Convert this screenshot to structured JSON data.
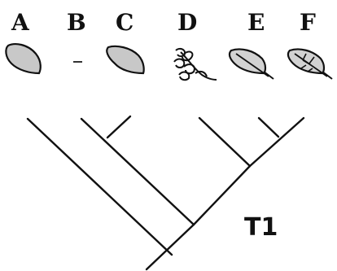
{
  "taxa": [
    {
      "label": "A",
      "icon": "leaf-oval-icon"
    },
    {
      "label": "B",
      "icon": "dash-icon"
    },
    {
      "label": "C",
      "icon": "leaf-oval-icon"
    },
    {
      "label": "D",
      "icon": "compound-leaf-icon"
    },
    {
      "label": "E",
      "icon": "leaf-midrib-icon"
    },
    {
      "label": "F",
      "icon": "leaf-veined-icon"
    }
  ],
  "tree_label": "T1",
  "colors": {
    "leaf_fill": "#c8c8c8",
    "stroke": "#111111",
    "background": "#ffffff"
  }
}
